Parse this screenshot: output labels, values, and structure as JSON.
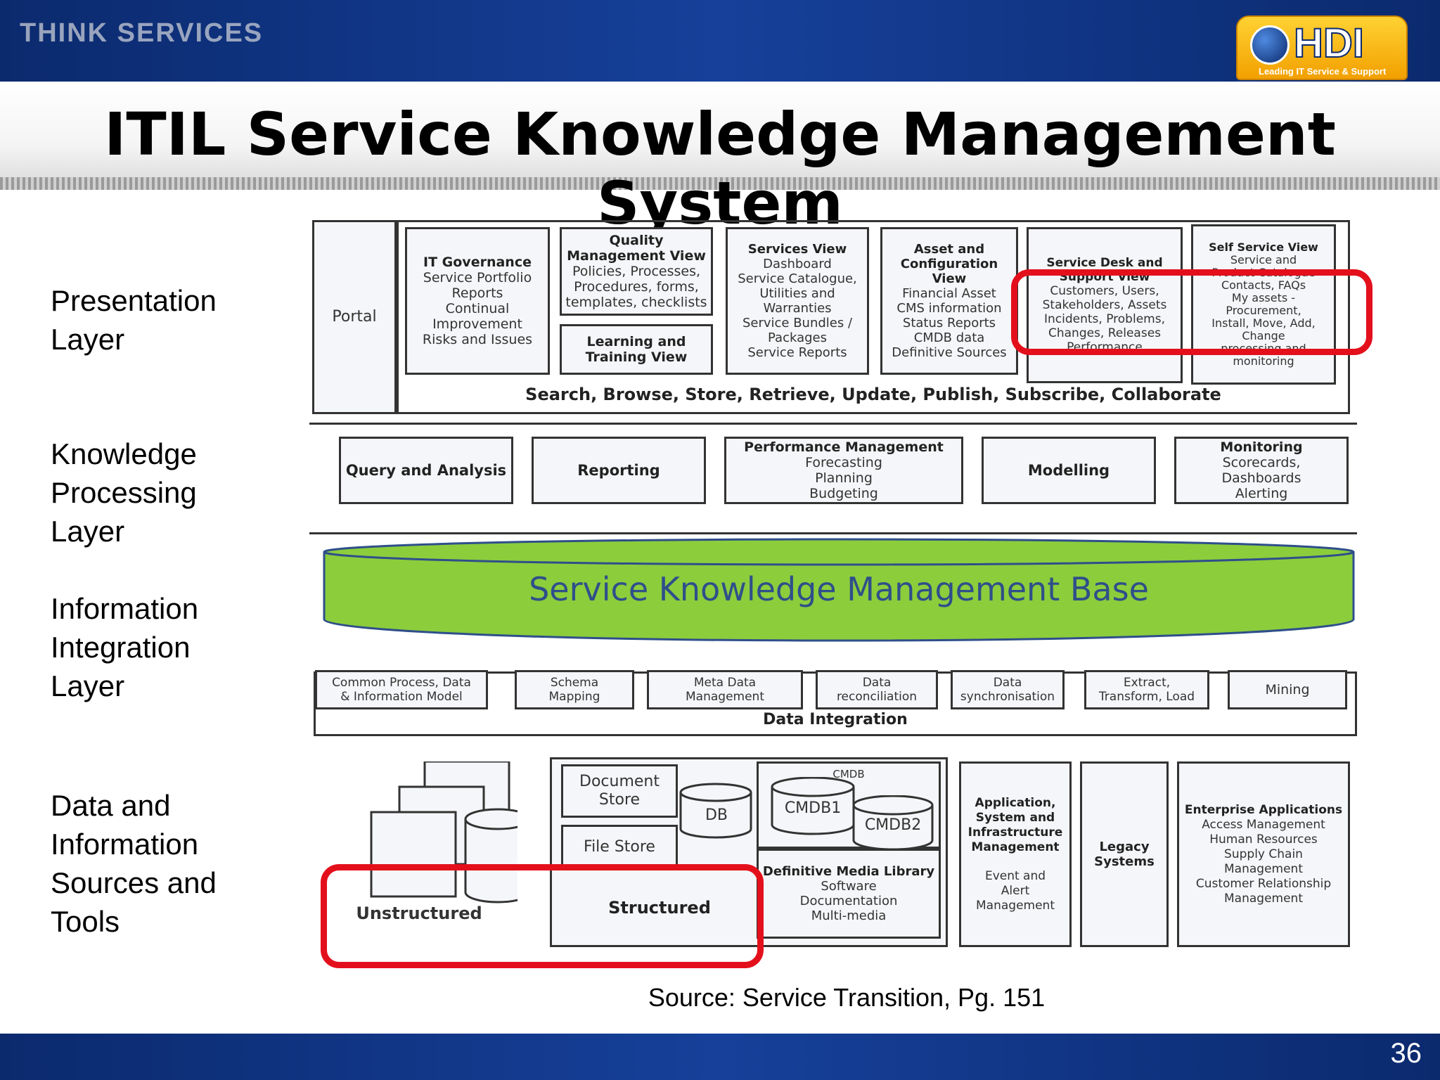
{
  "header": {
    "left_logo": "THINK SERVICES",
    "right_logo": "HDI",
    "right_logo_tagline": "Leading IT Service & Support"
  },
  "title": "ITIL Service Knowledge Management System",
  "layer_labels": {
    "presentation": [
      "Presentation",
      "Layer"
    ],
    "knowledge": [
      "Knowledge",
      "Processing",
      "Layer"
    ],
    "information": [
      "Information",
      "Integration",
      "Layer"
    ],
    "data": [
      "Data and",
      "Information",
      "Sources and",
      "Tools"
    ]
  },
  "presentation": {
    "portal": "Portal",
    "it_governance": {
      "title": "IT Governance",
      "lines": [
        "Service Portfolio",
        "Reports",
        "Continual",
        "Improvement",
        "Risks and Issues"
      ]
    },
    "quality": {
      "title": "Quality Management View",
      "lines": [
        "Policies, Processes,",
        "Procedures, forms,",
        "templates, checklists"
      ]
    },
    "learning": "Learning and Training View",
    "services": {
      "title": "Services View",
      "lines": [
        "Dashboard",
        "Service Catalogue,",
        "Utilities and",
        "Warranties",
        "Service Bundles /",
        "Packages",
        "Service Reports"
      ]
    },
    "asset": {
      "title": "Asset and Configuration View",
      "lines": [
        "Financial Asset",
        "CMS information",
        "Status Reports",
        "CMDB data",
        "Definitive Sources"
      ]
    },
    "service_desk": {
      "title": "Service Desk and Support View",
      "lines": [
        "Customers, Users,",
        "Stakeholders, Assets",
        "Incidents, Problems,",
        "Changes, Releases",
        "Performance"
      ]
    },
    "self_service": {
      "title": "Self Service View",
      "lines": [
        "Service and",
        "Product Catalogue",
        "Contacts, FAQs",
        "My assets -",
        "Procurement,",
        "Install, Move, Add,",
        "Change",
        "processing and",
        "monitoring"
      ]
    },
    "actions_bar": "Search, Browse, Store, Retrieve, Update, Publish, Subscribe, Collaborate"
  },
  "knowledge": {
    "query": "Query and Analysis",
    "reporting": "Reporting",
    "performance": {
      "title": "Performance Management",
      "lines": [
        "Forecasting",
        "Planning",
        "Budgeting"
      ]
    },
    "modelling": "Modelling",
    "monitoring": {
      "title": "Monitoring",
      "lines": [
        "Scorecards,",
        "Dashboards",
        "Alerting"
      ]
    }
  },
  "skmb_label": "Service Knowledge Management Base",
  "integration": {
    "common": [
      "Common Process, Data",
      "& Information Model"
    ],
    "schema": [
      "Schema",
      "Mapping"
    ],
    "meta": [
      "Meta Data",
      "Management"
    ],
    "reconciliation": [
      "Data",
      "reconciliation"
    ],
    "sync": [
      "Data",
      "synchronisation"
    ],
    "etl": [
      "Extract,",
      "Transform, Load"
    ],
    "mining": "Mining",
    "bar": "Data Integration"
  },
  "sources": {
    "unstructured": "Unstructured",
    "document_store": [
      "Document",
      "Store"
    ],
    "db": "DB",
    "file_store": "File Store",
    "structured": "Structured",
    "cmdb": "CMDB",
    "cmdb1": "CMDB1",
    "cmdb2": "CMDB2",
    "dml": {
      "title": "Definitive Media Library",
      "lines": [
        "Software",
        "Documentation",
        "Multi-media"
      ]
    },
    "application": {
      "title": "Application, System and Infrastructure Management",
      "lines": [
        "Event and",
        "Alert",
        "Management"
      ]
    },
    "legacy": "Legacy Systems",
    "enterprise": {
      "title": "Enterprise Applications",
      "lines": [
        "Access Management",
        "Human Resources",
        "Supply Chain",
        "Management",
        "Customer Relationship",
        "Management"
      ]
    }
  },
  "source": "Source:  Service Transition, Pg. 151",
  "page_number": "36",
  "colors": {
    "banner": "#16409a",
    "highlight": "#e3101c",
    "skmb_fill": "#8ccd3c",
    "skmb_text": "#2e4f8a"
  }
}
